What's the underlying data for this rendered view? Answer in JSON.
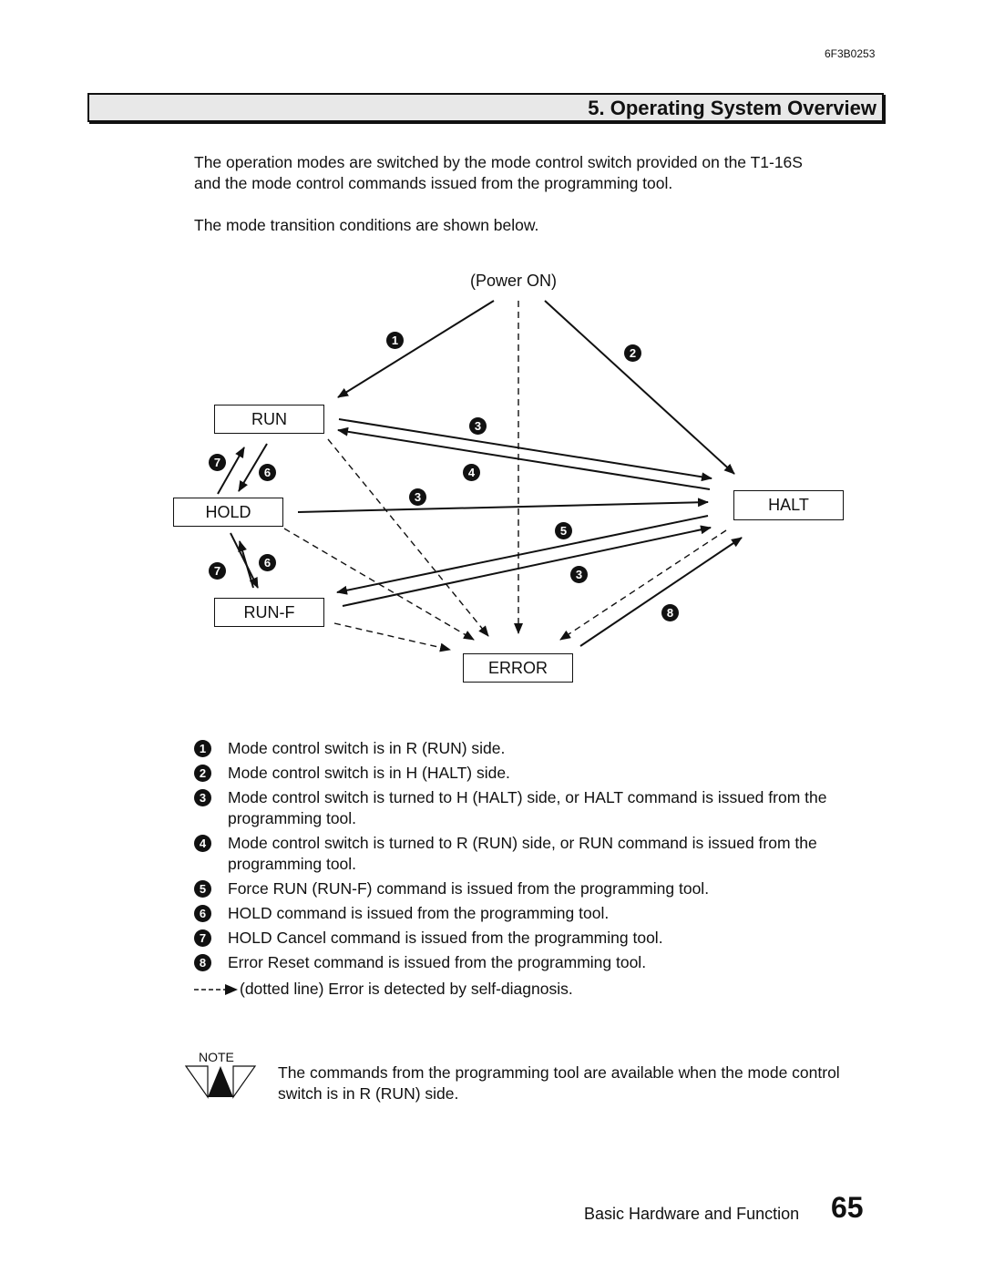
{
  "header": {
    "doc_code": "6F3B0253"
  },
  "title": "5. Operating System Overview",
  "intro": {
    "p1_line1": "The operation modes are switched by the mode control switch provided on the T1-16S",
    "p1_line2": "and the mode control commands issued from the programming tool.",
    "p2": "The mode transition conditions are shown below."
  },
  "diagram": {
    "power_on": "(Power ON)",
    "states": {
      "run": "RUN",
      "hold": "HOLD",
      "run_f": "RUN-F",
      "halt": "HALT",
      "error": "ERROR"
    },
    "markers": [
      "1",
      "2",
      "3",
      "4",
      "5",
      "6",
      "7",
      "8"
    ]
  },
  "legend": [
    {
      "num": "1",
      "text": "Mode control switch is in R (RUN) side."
    },
    {
      "num": "2",
      "text": "Mode control switch is in H (HALT) side."
    },
    {
      "num": "3",
      "text": "Mode control switch is turned to H (HALT) side, or HALT command is issued from the programming tool."
    },
    {
      "num": "4",
      "text": "Mode control switch is turned to R (RUN) side, or RUN command is issued from the programming tool."
    },
    {
      "num": "5",
      "text": "Force RUN (RUN-F) command is issued from the programming tool."
    },
    {
      "num": "6",
      "text": "HOLD command is issued from the programming tool."
    },
    {
      "num": "7",
      "text": "HOLD Cancel command is issued from the programming tool."
    },
    {
      "num": "8",
      "text": "Error Reset command is issued from the programming tool."
    }
  ],
  "dotted_legend": "(dotted line)  Error is detected by self-diagnosis.",
  "note": {
    "label": "NOTE",
    "text": "The commands from the programming tool are available when the mode control switch is in R (RUN) side."
  },
  "footer": {
    "label": "Basic Hardware and Function",
    "page": "65"
  }
}
